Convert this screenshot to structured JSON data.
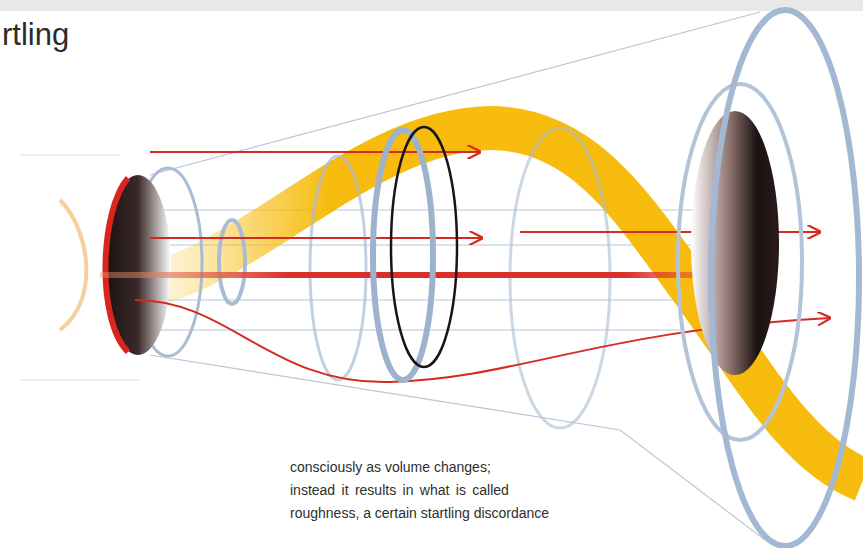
{
  "diagram": {
    "title": "rtling",
    "labels": [
      "consciously as volume changes;",
      "instead it results in what is called",
      "roughness, a certain startling discordance"
    ]
  }
}
